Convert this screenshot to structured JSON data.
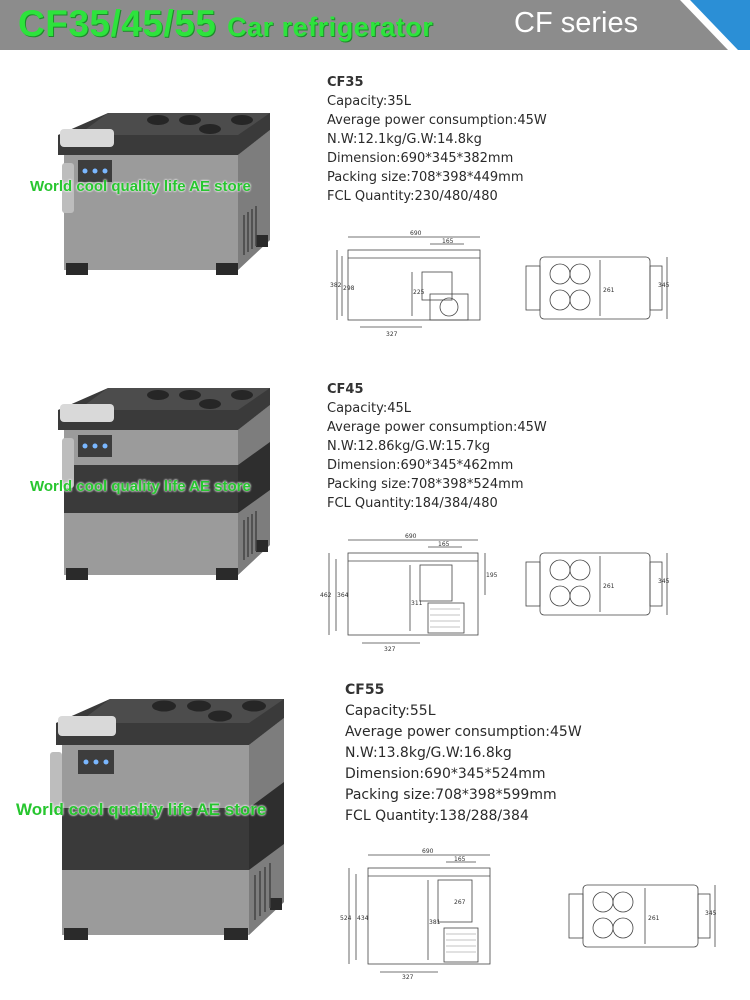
{
  "header": {
    "title_models": "CF35/45/55",
    "title_product": "Car refrigerator",
    "series_label": "CF series",
    "colors": {
      "banner_bg": "#8c8c8c",
      "title_green": "#2de33c",
      "corner_blue": "#2b8fd6"
    }
  },
  "watermark_text": "World cool quality life AE store",
  "products": [
    {
      "model": "CF35",
      "capacity": "Capacity:35L",
      "power": "Average power consumption:45W",
      "weight": "N.W:12.1kg/G.W:14.8kg",
      "dimension": "Dimension:690*345*382mm",
      "packing": "Packing size:708*398*449mm",
      "fcl": "FCL Quantity:230/480/480",
      "drawing_dims": {
        "length": "690",
        "lid": "165",
        "height": "382",
        "inner_height": "298",
        "compartment": "225",
        "base": "327",
        "depth": "345",
        "inner_depth": "261"
      }
    },
    {
      "model": "CF45",
      "capacity": "Capacity:45L",
      "power": "Average power consumption:45W",
      "weight": "N.W:12.86kg/G.W:15.7kg",
      "dimension": "Dimension:690*345*462mm",
      "packing": "Packing size:708*398*524mm",
      "fcl": "FCL Quantity:184/384/480",
      "drawing_dims": {
        "length": "690",
        "lid": "165",
        "height": "462",
        "inner_height": "364",
        "compartment": "311",
        "side": "195",
        "base": "327",
        "depth": "345",
        "inner_depth": "261"
      }
    },
    {
      "model": "CF55",
      "capacity": "Capacity:55L",
      "power": "Average power consumption:45W",
      "weight": "N.W:13.8kg/G.W:16.8kg",
      "dimension": "Dimension:690*345*524mm",
      "packing": "Packing size:708*398*599mm",
      "fcl": "FCL Quantity:138/288/384",
      "drawing_dims": {
        "length": "690",
        "lid": "165",
        "height": "524",
        "inner_height": "434",
        "compartment": "381",
        "side": "267",
        "base": "327",
        "depth": "345",
        "inner_depth": "261"
      }
    }
  ]
}
